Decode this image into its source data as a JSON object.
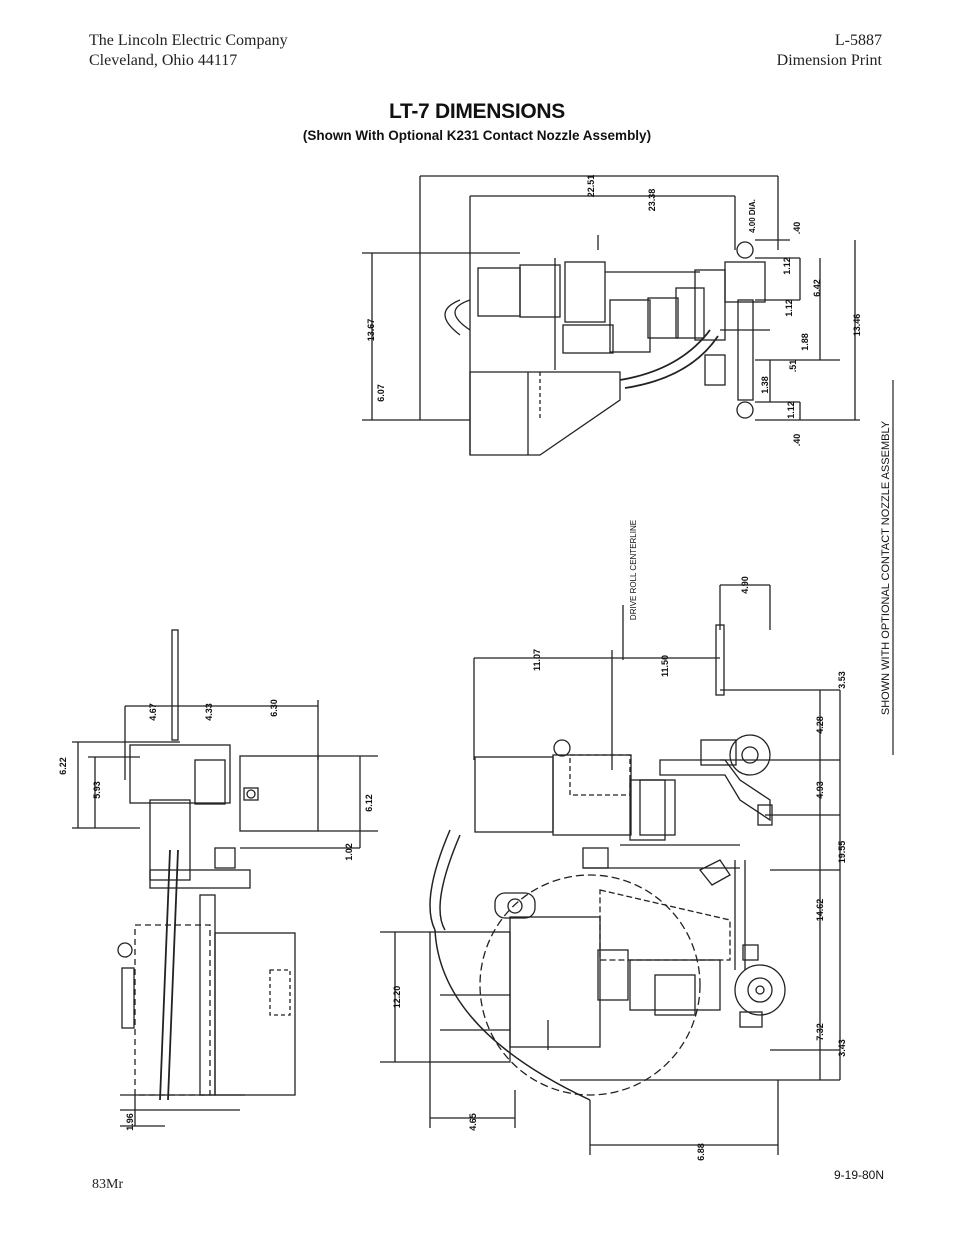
{
  "header": {
    "company": "The Lincoln Electric Company",
    "city": "Cleveland, Ohio 44117",
    "doc_number": "L-5887",
    "doc_type": "Dimension Print"
  },
  "title": "LT-7 DIMENSIONS",
  "subtitle": "(Shown With Optional K231 Contact Nozzle Assembly)",
  "footer": {
    "code": "83Mr",
    "date": "9-19-80N"
  },
  "annotations": {
    "side_note": "SHOWN WITH OPTIONAL CONTACT NOZZLE ASSEMBLY",
    "centerline": "DRIVE ROLL CENTERLINE"
  },
  "dimensions": {
    "top_view": [
      "22.51",
      "23.38",
      "4.00 DIA.",
      ".40",
      "1.12",
      "6.42",
      "1.12",
      "13.46",
      "1.88",
      "1.38",
      ".51",
      "1.12",
      ".40",
      "13.67",
      "6.07"
    ],
    "left_view": [
      "4.67",
      "4.33",
      "6.30",
      "6.22",
      "5.93",
      "6.12",
      "1.02",
      "1.96"
    ],
    "front_view": [
      "11.07",
      "11.50",
      "4.90",
      "3.53",
      "4.28",
      "4.93",
      "19.55",
      "14.62",
      "7.32",
      "3.43",
      "12.20",
      "4.65",
      "6.88"
    ]
  }
}
